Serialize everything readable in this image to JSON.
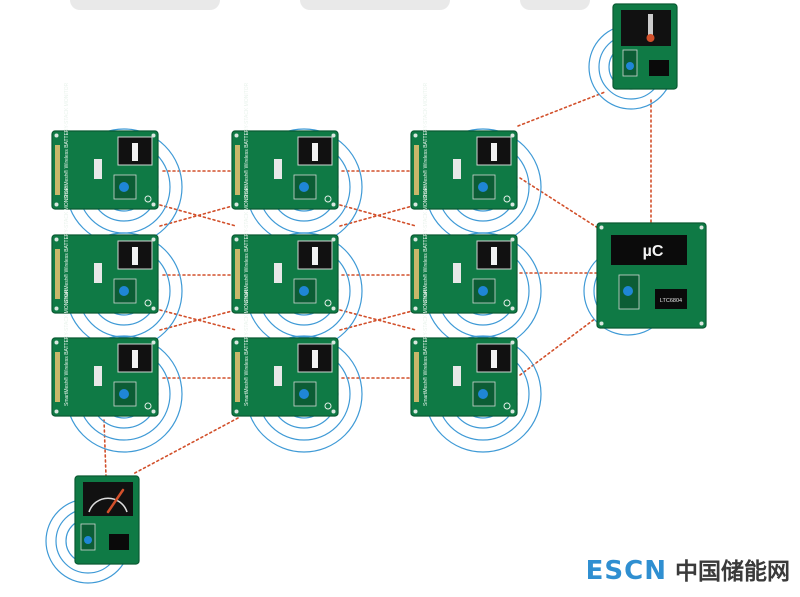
{
  "board_label": "SmartMesh® Wireless BATTERY-STACK MONITOR",
  "manager_label": "µC",
  "manager_chip": "LTC6804",
  "watermark": {
    "latin": "ESCN",
    "cjk": "中国储能网"
  },
  "colors": {
    "pcb": "#0f7a45",
    "pcb_edge": "#0a5a33",
    "signal_ring": "#3f9ad6",
    "mesh_link": "#d2502b",
    "node_dot": "#1f86d6"
  },
  "icons": {
    "monitor_board": "battery-stack-monitor-board",
    "manager_board": "network-manager-board",
    "gauge_board": "gauge-sensor-board",
    "thermometer_board": "temperature-sensor-board",
    "wireless": "radio-signal-rings"
  }
}
